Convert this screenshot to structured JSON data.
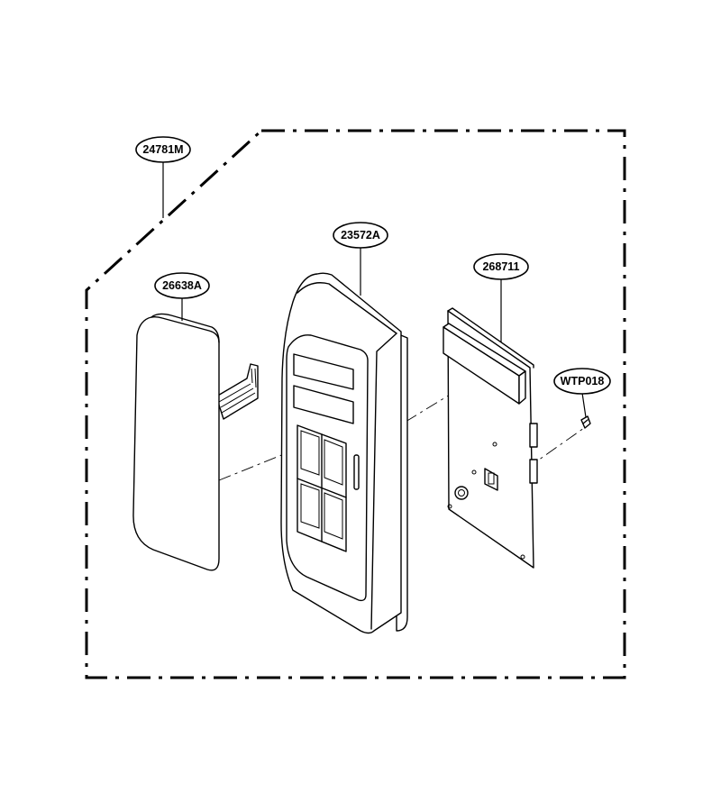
{
  "callouts": {
    "assembly": "24781M",
    "glass_cover": "26638A",
    "control_panel": "23572A",
    "pcb": "268711",
    "screw": "WTP018"
  }
}
